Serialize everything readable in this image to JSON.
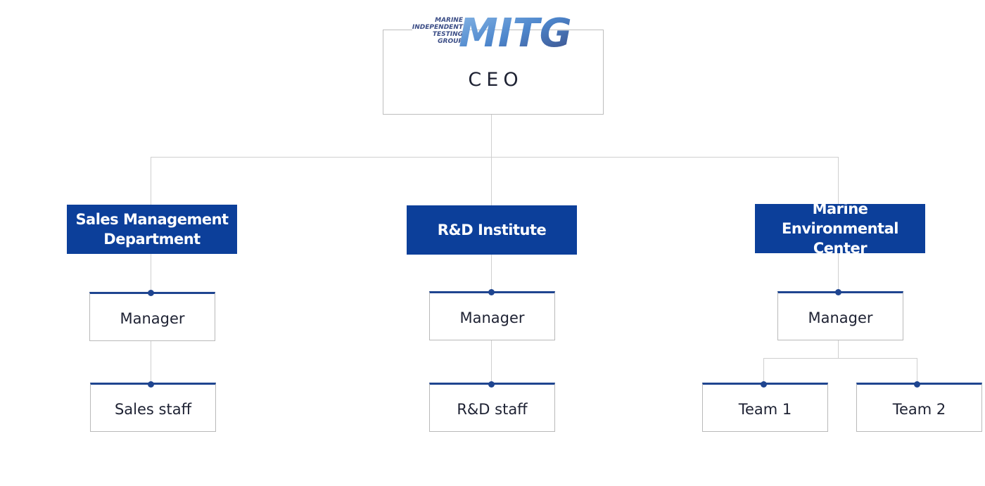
{
  "logo": {
    "words": [
      "MARINE",
      "INDEPENDENT",
      "TESTING",
      "GROUP"
    ],
    "mark": "MITG"
  },
  "ceo": {
    "label": "CEO"
  },
  "departments": [
    {
      "name_lines": [
        "Sales Management",
        "Department"
      ],
      "manager": "Manager",
      "units": [
        "Sales staff"
      ]
    },
    {
      "name_lines": [
        "R&D Institute"
      ],
      "manager": "Manager",
      "units": [
        "R&D staff"
      ]
    },
    {
      "name_lines": [
        "Marine Environmental",
        "Center"
      ],
      "manager": "Manager",
      "units": [
        "Team 1",
        "Team 2"
      ]
    }
  ],
  "colors": {
    "department_fill": "#0c3f9a",
    "role_accent": "#1f4590",
    "connector": "#cfcfcf",
    "logo_light": "#8ab8e6",
    "logo_mid": "#4d86cc",
    "logo_dark": "#3b4d86"
  }
}
